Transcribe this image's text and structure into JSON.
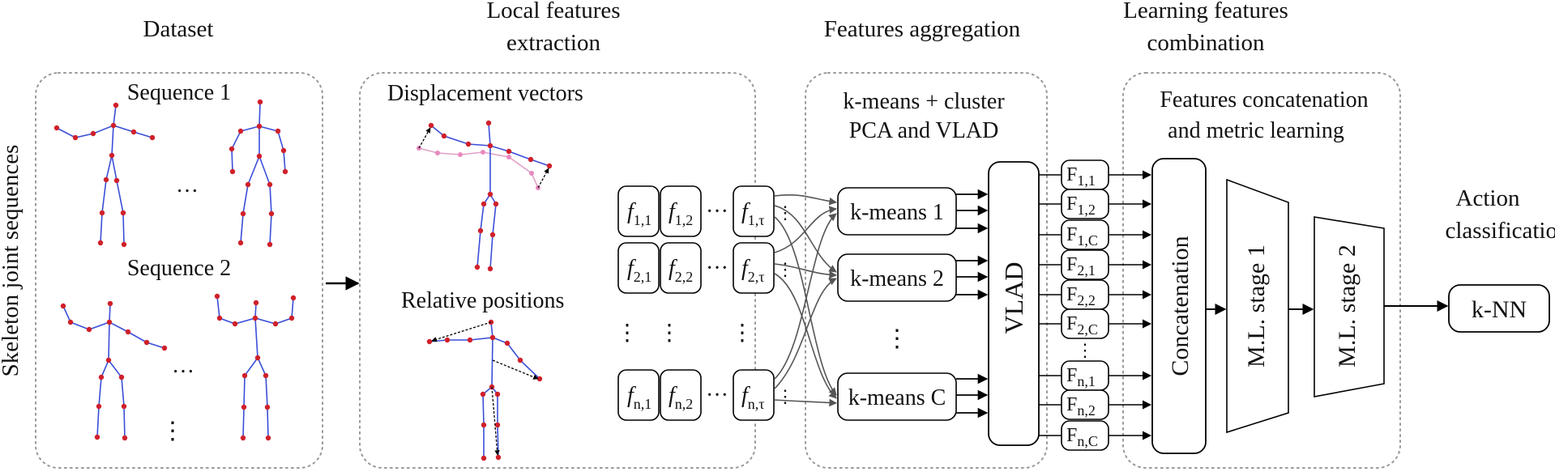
{
  "headers": {
    "dataset": "Dataset",
    "local_line1": "Local features",
    "local_line2": "extraction",
    "aggregation": "Features aggregation",
    "learning_line1": "Learning features",
    "learning_line2": "combination",
    "action_line1": "Action",
    "action_line2": "classification"
  },
  "side_label": "Skeleton joint sequences",
  "dataset_panel": {
    "sequence1": "Sequence 1",
    "sequence2": "Sequence 2",
    "ellipsis": "…"
  },
  "local_panel": {
    "displacement": "Displacement vectors",
    "relative": "Relative positions"
  },
  "feature_grid": {
    "symbol": "f",
    "cells": [
      {
        "sub": "1,1"
      },
      {
        "sub": "1,2"
      },
      {
        "sub": "1,τ"
      },
      {
        "sub": "2,1"
      },
      {
        "sub": "2,2"
      },
      {
        "sub": "2,τ"
      },
      {
        "sub": "n,1"
      },
      {
        "sub": "n,2"
      },
      {
        "sub": "n,τ"
      }
    ],
    "hdots": "···"
  },
  "aggregation_panel": {
    "title_line1": "k-means + cluster",
    "title_line2": "PCA and VLAD",
    "kmeans": [
      "k-means 1",
      "k-means 2",
      "k-means C"
    ],
    "vlad": "VLAD"
  },
  "outputs": {
    "symbol": "F",
    "subs": [
      "1,1",
      "1,2",
      "1,C",
      "2,1",
      "2,2",
      "2,C",
      "n,1",
      "n,2",
      "n,C"
    ]
  },
  "learning_panel": {
    "title_line1": "Features concatenation",
    "title_line2": "and metric learning",
    "concatenation": "Concatenation",
    "stage1": "M.L. stage 1",
    "stage2": "M.L. stage 2"
  },
  "classifier": "k-NN"
}
